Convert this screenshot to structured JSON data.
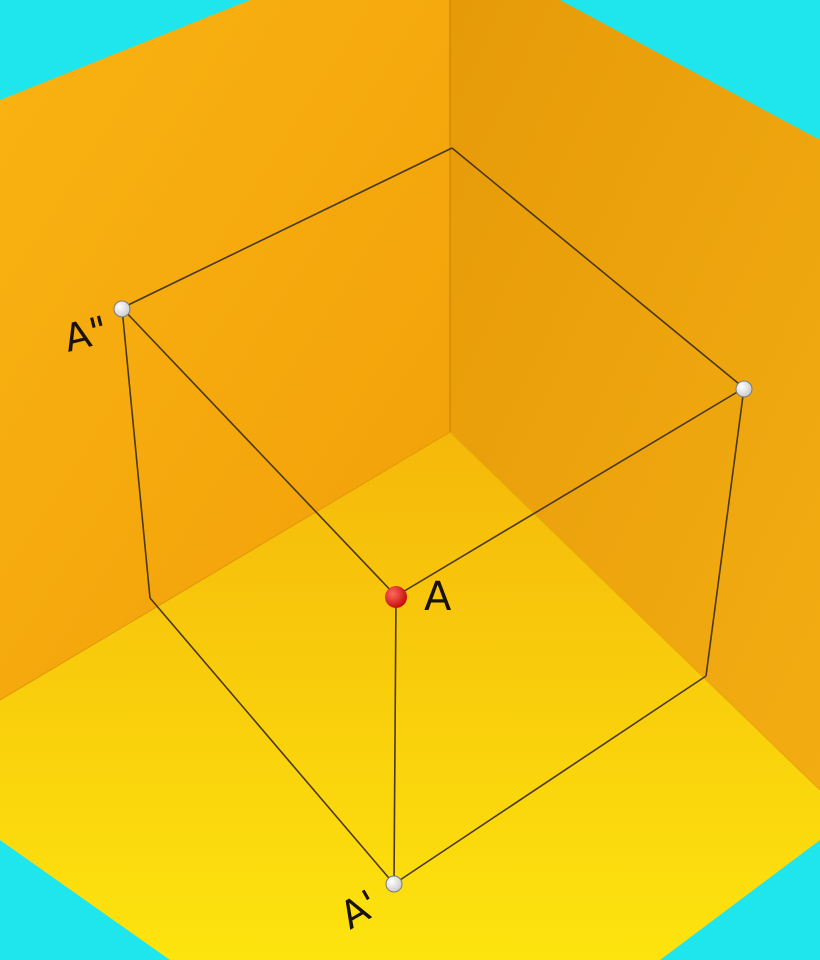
{
  "colors": {
    "background": "#1fe6ec",
    "left_wall": "#f7ad0e",
    "right_wall": "#e49a0a",
    "floor": "#f8c40c",
    "edges": "#4a3818",
    "point_main": "#e01010",
    "point_projection": "#ffffff"
  },
  "points": {
    "main": {
      "label": "A"
    },
    "frontal_projection": {
      "label": "A\""
    },
    "horizontal_projection": {
      "label": "A'"
    },
    "profile_projection": {
      "label": ""
    }
  }
}
